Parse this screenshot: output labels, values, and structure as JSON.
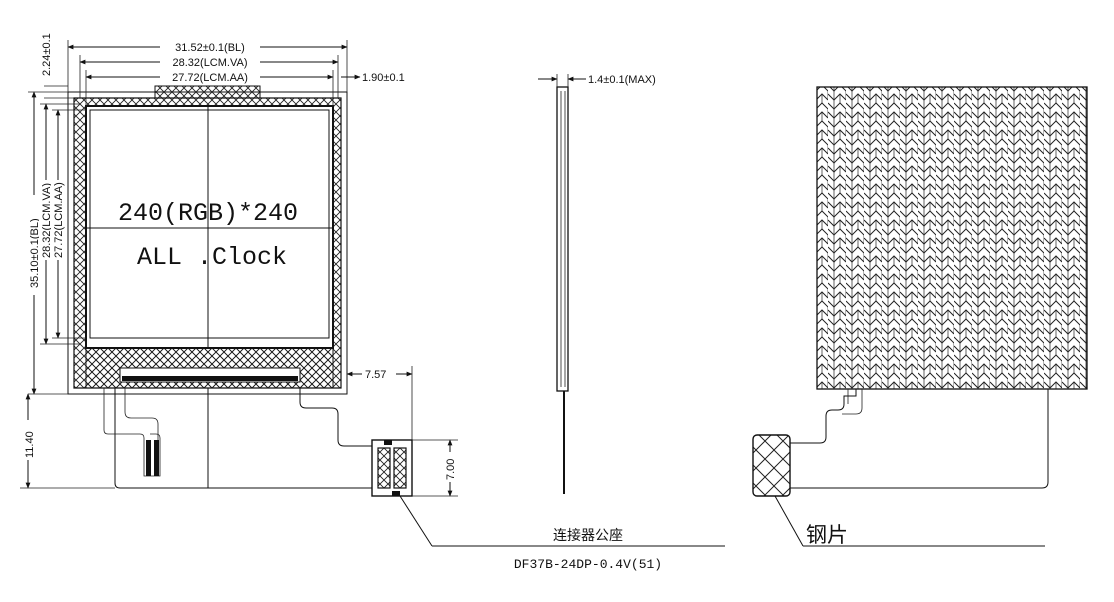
{
  "front_view": {
    "dim_bl_width": "31.52±0.1(BL)",
    "dim_va_width": "28.32(LCM.VA)",
    "dim_aa_width": "27.72(LCM.AA)",
    "dim_top_margin": "2.24±0.1",
    "dim_side_margin": "1.90±0.1",
    "dim_bl_height": "35.10±0.1(BL)",
    "dim_va_height": "28.32(LCM.VA)",
    "dim_aa_height": "27.72(LCM.AA)",
    "dim_tail_length": "11.40",
    "dim_tail_offset": "7.57",
    "dim_connector_width": "7.00",
    "resolution_label": "240(RGB)*240",
    "panel_label": "ALL .Clock"
  },
  "side_view": {
    "dim_thickness": "1.4±0.1(MAX)"
  },
  "connector_callout": {
    "name_cn": "连接器公座",
    "part_number": "DF37B-24DP-0.4V(51)"
  },
  "back_view": {
    "steel_plate_label": "钢片"
  }
}
